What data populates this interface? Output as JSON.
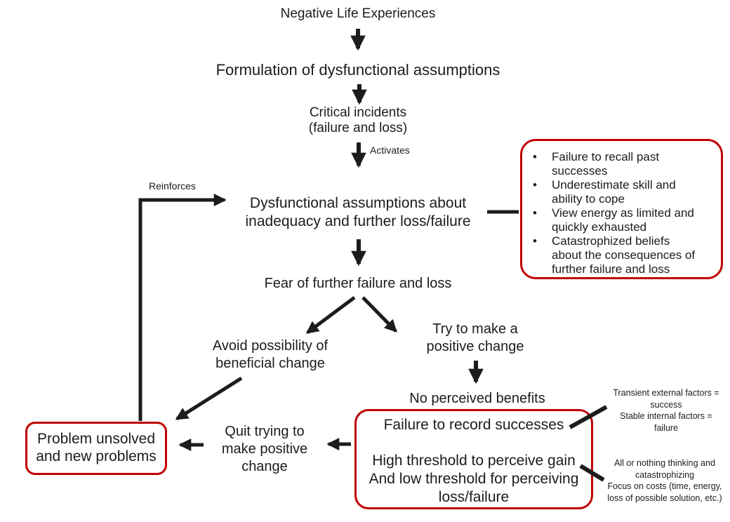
{
  "colors": {
    "accent_red": "#c00000",
    "ink": "#1c1c1c"
  },
  "labels": {
    "negative_life": "Negative Life Experiences",
    "formulation": "Formulation of dysfunctional assumptions",
    "critical_incidents": [
      "Critical incidents",
      "(failure and loss)"
    ],
    "activates": "Activates",
    "reinforces": "Reinforces",
    "dysfunctional": [
      "Dysfunctional assumptions about",
      "inadequacy and further loss/failure"
    ],
    "fear": "Fear of further failure and loss",
    "avoid": [
      "Avoid possibility of",
      "beneficial change"
    ],
    "try_change": [
      "Try to make a",
      "positive change"
    ],
    "no_benefits": "No perceived benefits",
    "quit": [
      "Quit trying to",
      "make positive",
      "change"
    ],
    "problem": [
      "Problem unsolved",
      "and new problems"
    ]
  },
  "belief_box": {
    "bullet": "•",
    "items": [
      {
        "lines": [
          "Failure to recall past",
          "successes"
        ]
      },
      {
        "lines": [
          "Underestimate skill and",
          "ability to cope"
        ]
      },
      {
        "lines": [
          "View energy as limited and",
          "quickly exhausted"
        ]
      },
      {
        "lines": [
          "Catastrophized beliefs",
          "about the consequences of",
          "further failure and loss"
        ]
      }
    ]
  },
  "record_box": {
    "heading": "Failure to record successes",
    "body": [
      "High threshold to perceive gain",
      "And low threshold for perceiving",
      "loss/failure"
    ]
  },
  "side_notes": {
    "attribution": [
      "Transient external factors =",
      "success",
      "Stable internal factors =",
      "failure"
    ],
    "thinking": [
      "All or nothing thinking and",
      "catastrophizing",
      "Focus on costs (time, energy,",
      "loss of possible solution, etc.)"
    ]
  }
}
